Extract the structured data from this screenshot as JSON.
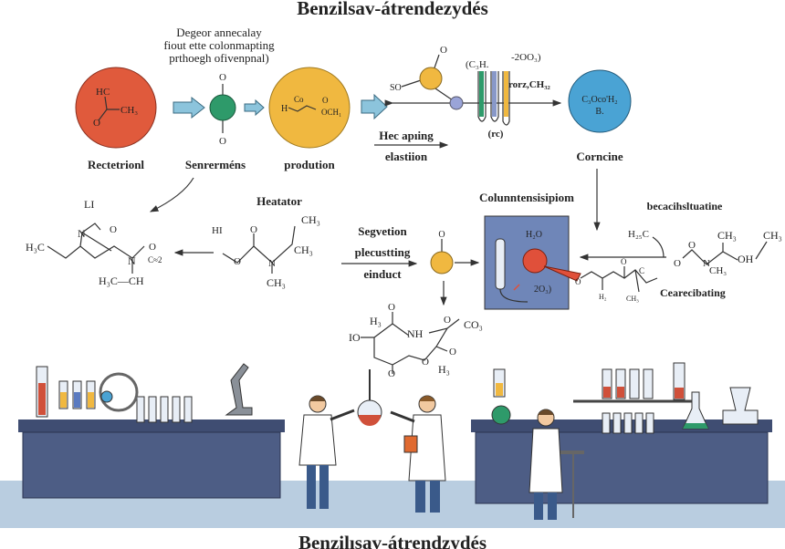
{
  "title": "Benzilsav-átrendezydés",
  "footer_title": "Benzilısav-átrendzydés",
  "top_note": [
    "Degeor annecalay",
    "fiout ette colonmapting",
    "prthoegh ofivenpnal)"
  ],
  "nodes": {
    "reactant": {
      "label": "Rectetrionl",
      "formula_1": "HC",
      "formula_2": "CH₃",
      "formula_3": "O",
      "color": "#e05a3c"
    },
    "intermediate": {
      "label": "Senrerméns",
      "o_top": "O",
      "o_bottom": "O",
      "color": "#2e9a6a"
    },
    "product": {
      "label": "prodution",
      "formula_1": "H",
      "formula_2": "Co",
      "formula_3": "O",
      "formula_4": "OCH₁",
      "color": "#f0b840"
    },
    "so_group": {
      "label": "SO",
      "o": "O"
    },
    "tubes": {
      "top_label": "(C₃H.",
      "right_label_1": "-2OO₃)",
      "right_label_2": "rorz,CH₃₂",
      "bottom_label": "(rc)"
    },
    "heating": {
      "label_1": "Hec apıing",
      "label_2": "elastiion"
    },
    "corncine": {
      "label": "Corncine",
      "formula_1": "C₃Oco'H₂",
      "formula_2": "B.",
      "color": "#4aa3d4"
    }
  },
  "middle": {
    "left_molecule": {
      "li": "LI",
      "n": "N",
      "o1": "O",
      "o2": "O",
      "h3c": "H₃C",
      "n2": "N",
      "cs": "C≈2",
      "h3c_ch": "H₃C—CH"
    },
    "heatator": {
      "label": "Heatator",
      "hi": "HI",
      "o_top": "O",
      "o": "O",
      "n": "N",
      "ch3_1": "CH₃",
      "ch3_2": "CH₃",
      "ch3_3": "CH₃"
    },
    "separation": {
      "label_1": "Segvetion",
      "label_2": "plecustting",
      "label_3": "einduct",
      "o": "O"
    },
    "ring": {
      "o1": "O",
      "h3": "H₃",
      "nh": "NH",
      "o2": "O",
      "co3": "CO₃",
      "io": "IO",
      "o3": "O",
      "o4": "O",
      "o5": "O",
      "h3b": "H₃"
    },
    "column": {
      "label": "Colunntensisipiom",
      "h2o": "H₂O",
      "value": "2O₃)"
    },
    "right_molecule": {
      "label": "becacihsltuatine",
      "h3c": "H₂₅C",
      "ch3_1": "CH₃",
      "ch3_2": "CH₃",
      "ch3_3": "CH₃",
      "oh": "OH",
      "o": "O",
      "o2": "O",
      "n": "N"
    },
    "chain": {
      "label": "Cearecibating",
      "o": "O",
      "h2": "H₂",
      "ch3": "CH₃",
      "c": "C",
      "o2": "O"
    }
  },
  "colors": {
    "bench": "#4d5d85",
    "bench_top": "#3f4d72",
    "floor": "#b9cde0",
    "column_box": "#6f86b8",
    "arrow_fill": "#8cc4dc",
    "red": "#e0503a"
  }
}
